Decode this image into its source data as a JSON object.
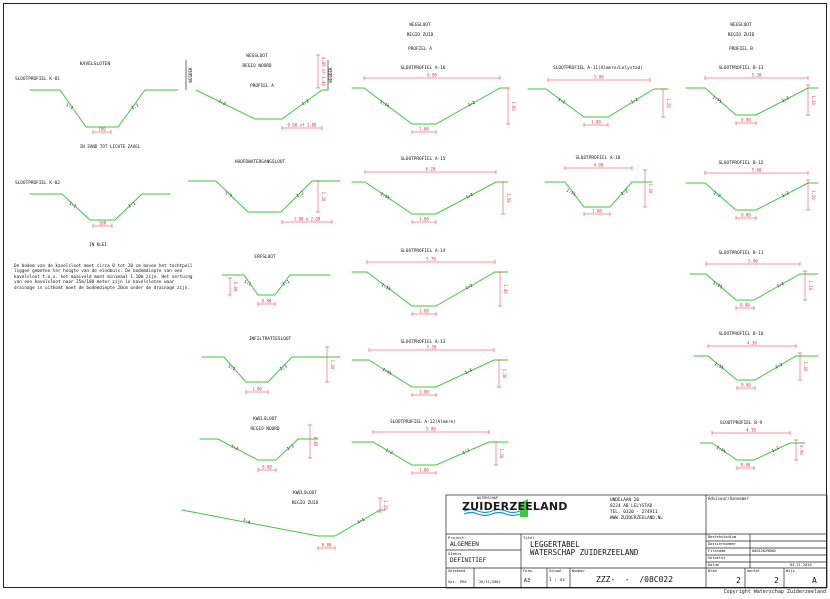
{
  "colors": {
    "profile": "#3ec93e",
    "dim": "#e8323c",
    "ink": "#111111"
  },
  "profiles": {
    "k01": {
      "title": "KAVELSLOTEN",
      "name": "SLOOTPROFIEL K-01",
      "slope_l": "1:1",
      "slope_r": "1:1",
      "width": "100",
      "note": "IN ZAND TOT LICHTE ZAVEL"
    },
    "k02": {
      "name": "SLOOTPROFIEL K-02",
      "slope_l": "1:1",
      "slope_r": "1:1",
      "width": "100",
      "note": "IN KLEI"
    },
    "weg_noord": {
      "l1": "WEGSLOOT",
      "l2": "REGIO NOORD",
      "l3": "PROFIEL A",
      "slope_l": "1:2",
      "slope_r": "1:2",
      "width": "0.60 of 1.00",
      "depth": "0.80 of 1.40",
      "road_l": "WEGDEK",
      "road_r": "WEGDEK"
    },
    "hoofdwater": {
      "name": "HOOFDWATERGANGSLOOT",
      "slope_l": "1:2",
      "slope_r": "1:2",
      "width": "1.00 à 2.00",
      "depth": "1.20"
    },
    "erf": {
      "name": "ERFSLOOT",
      "slope_l": "1:1",
      "slope_r": "1:1",
      "width": "0.80",
      "depth": "0.80"
    },
    "infiltratie": {
      "name": "INFILTRATIESLOOT",
      "slope_l": "1:1",
      "slope_r": "1:1",
      "width": "1.00",
      "depth": "1.00"
    },
    "kwel_noord": {
      "l1": "KWELSLOOT",
      "l2": "REGIO NOORD",
      "slope_l": "1:2",
      "slope_r": "1:1",
      "width": "0.80",
      "depth": "0.80"
    },
    "kwel_zuid": {
      "l1": "KWELSLOOT",
      "l2": "REGIO ZUID",
      "slope_l": "1:4",
      "slope_r": "1:1",
      "width": "0.80",
      "depth": "1.20"
    },
    "a16": {
      "head1": "WEGSLOOT",
      "head2": "REGIO ZUID",
      "head3": "PROFIEL A",
      "name": "SLOOTPROFIEL A-16",
      "slope_l": "1:1½",
      "slope_r": "1:2",
      "top": "6.00",
      "width": "1.00",
      "depth": "1.60"
    },
    "a15": {
      "name": "SLOOTPROFIEL A-15",
      "slope_l": "1:1½",
      "slope_r": "1:2",
      "top": "6.20",
      "width": "1.00",
      "depth": "1.50"
    },
    "a14": {
      "name": "SLOOTPROFIEL A-14",
      "slope_l": "1:1½",
      "slope_r": "1:2",
      "top": "5.70",
      "width": "1.00",
      "depth": "1.40"
    },
    "a13": {
      "name": "SLOOTPROFIEL A-13",
      "slope_l": "1:1½",
      "slope_r": "1:2",
      "top": "5.50",
      "width": "1.00",
      "depth": "1.30"
    },
    "a12": {
      "name": "SLOOTPROFIEL A-12(Almere)",
      "slope_l": "1:2",
      "slope_r": "1:2",
      "top": "5.80",
      "width": "1.00",
      "depth": "1.20"
    },
    "a11": {
      "name": "SLOOTPROFIEL A-11(Almere/Lelystad)",
      "slope_l": "1:2",
      "slope_r": "1:2",
      "top": "5.80",
      "width": "1.00",
      "depth": "1.20"
    },
    "a10": {
      "name": "SLOOTPROFIEL A-10",
      "slope_l": "1:1½",
      "slope_r": "1:2",
      "top": "4.00",
      "width": "1.00",
      "depth": "1.00"
    },
    "b13": {
      "head1": "WEGSLOOT",
      "head2": "REGIO ZUID",
      "head3": "PROFIEL B",
      "name": "SLOOTPROFIEL B-13",
      "slope_l": "1:1½",
      "slope_r": "1:2",
      "top": "5.30",
      "width": "0.80",
      "depth": "1.30"
    },
    "b12": {
      "name": "SLOOTPROFIEL B-12",
      "slope_l": "1:2",
      "slope_r": "1:2",
      "top": "5.60",
      "width": "0.80",
      "depth": "1.20"
    },
    "b11": {
      "name": "SLOOTPROFIEL B-11",
      "slope_l": "1:1½",
      "slope_r": "1:2",
      "top": "5.00",
      "width": "0.80",
      "depth": "1.10"
    },
    "b10": {
      "name": "SLOOTPROFIEL B-10",
      "slope_l": "1:1½",
      "slope_r": "1:2",
      "top": "4.30",
      "width": "0.80",
      "depth": "1.00"
    },
    "b9": {
      "name": "SLOOTPROFIEL B-9",
      "slope_l": "1:1½",
      "slope_r": "1:2",
      "top": "4.10",
      "width": "0.80",
      "depth": "0.90"
    }
  },
  "note": "De bodem van de kavelsloot moet circa 0 tot 20 cm boven het tochtpeil liggen gemeten ter hoogte van de eindbuis. De bodemdiepte van een kavelsloot t.o.v. het maaiveld moet minimaal 1.10m zijn. Het vertuing van een kavelsloot naar 25m/100 meter zijn in kavelsloten waar drainage in uitkomt moet de bodemdiepte 20cm onder de drainage zijn.",
  "titleblock": {
    "logo_small": "WATERSCHAP",
    "logo": "ZUIDERZEELAND",
    "address": [
      "UNDELAAN 20",
      "8224 AB LELYSTAD",
      "TEL. 0320 - 274911",
      "WWW.ZUIDERZEELAND.NL"
    ],
    "adviseur_label": "Adviseur/Aannemer",
    "project_label": "Project",
    "project": "ALGEMEEN",
    "status_label": "Status",
    "status": "DEFINITIEF",
    "titel_label": "Titel",
    "titel1": "LEGGERTABEL",
    "titel2": "WATERSCHAP ZUIDERZEELAND",
    "getekend_label": "Getekend",
    "get_label": "Get.",
    "get_val": "PHA",
    "get_date": "26/11/2007",
    "formaat_label": "Form.",
    "formaat": "A3",
    "schaal_label": "Schaal",
    "schaal": "1 : xx",
    "nummer_label": "Nummer",
    "nummer": "ZZZ-  -  /08C022",
    "blad_label": "Blad",
    "blad": "2",
    "aantal_label": "Aantal",
    "aantal": "2",
    "wijz_label": "Wijz.",
    "wijz": "A",
    "fields": [
      {
        "k": "Bestekstadium",
        "v": ""
      },
      {
        "k": "Dossiernummer",
        "v": ""
      },
      {
        "k": "Filenaam",
        "v": "00012829DWG"
      },
      {
        "k": "Getoetst",
        "v": ""
      },
      {
        "k": "Datum",
        "v": "04-11-2010"
      }
    ],
    "copyright": "Copyright Waterschap Zuiderzeeland"
  }
}
